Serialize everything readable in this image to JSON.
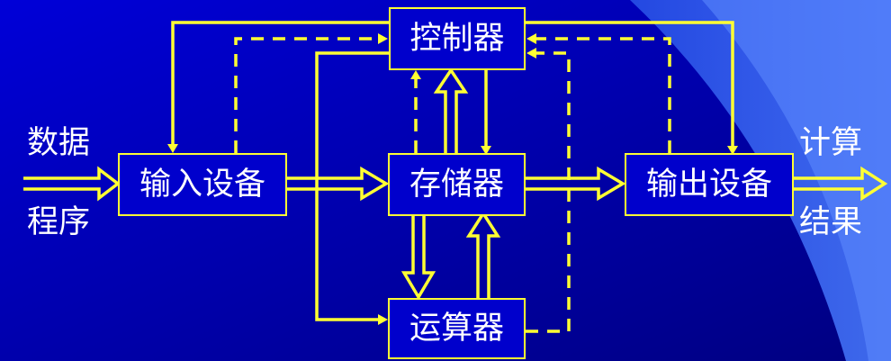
{
  "nodes": {
    "controller": "控制器",
    "input_device": "输入设备",
    "memory": "存储器",
    "output_device": "输出设备",
    "alu": "运算器"
  },
  "inputs": {
    "data": "数据",
    "program": "程序"
  },
  "outputs": {
    "calc": "计算",
    "result": "结果"
  },
  "colors": {
    "background": "#0000cc",
    "line": "#ffff33",
    "text": "#ffffff",
    "accent_curve": "#3a66f0"
  }
}
